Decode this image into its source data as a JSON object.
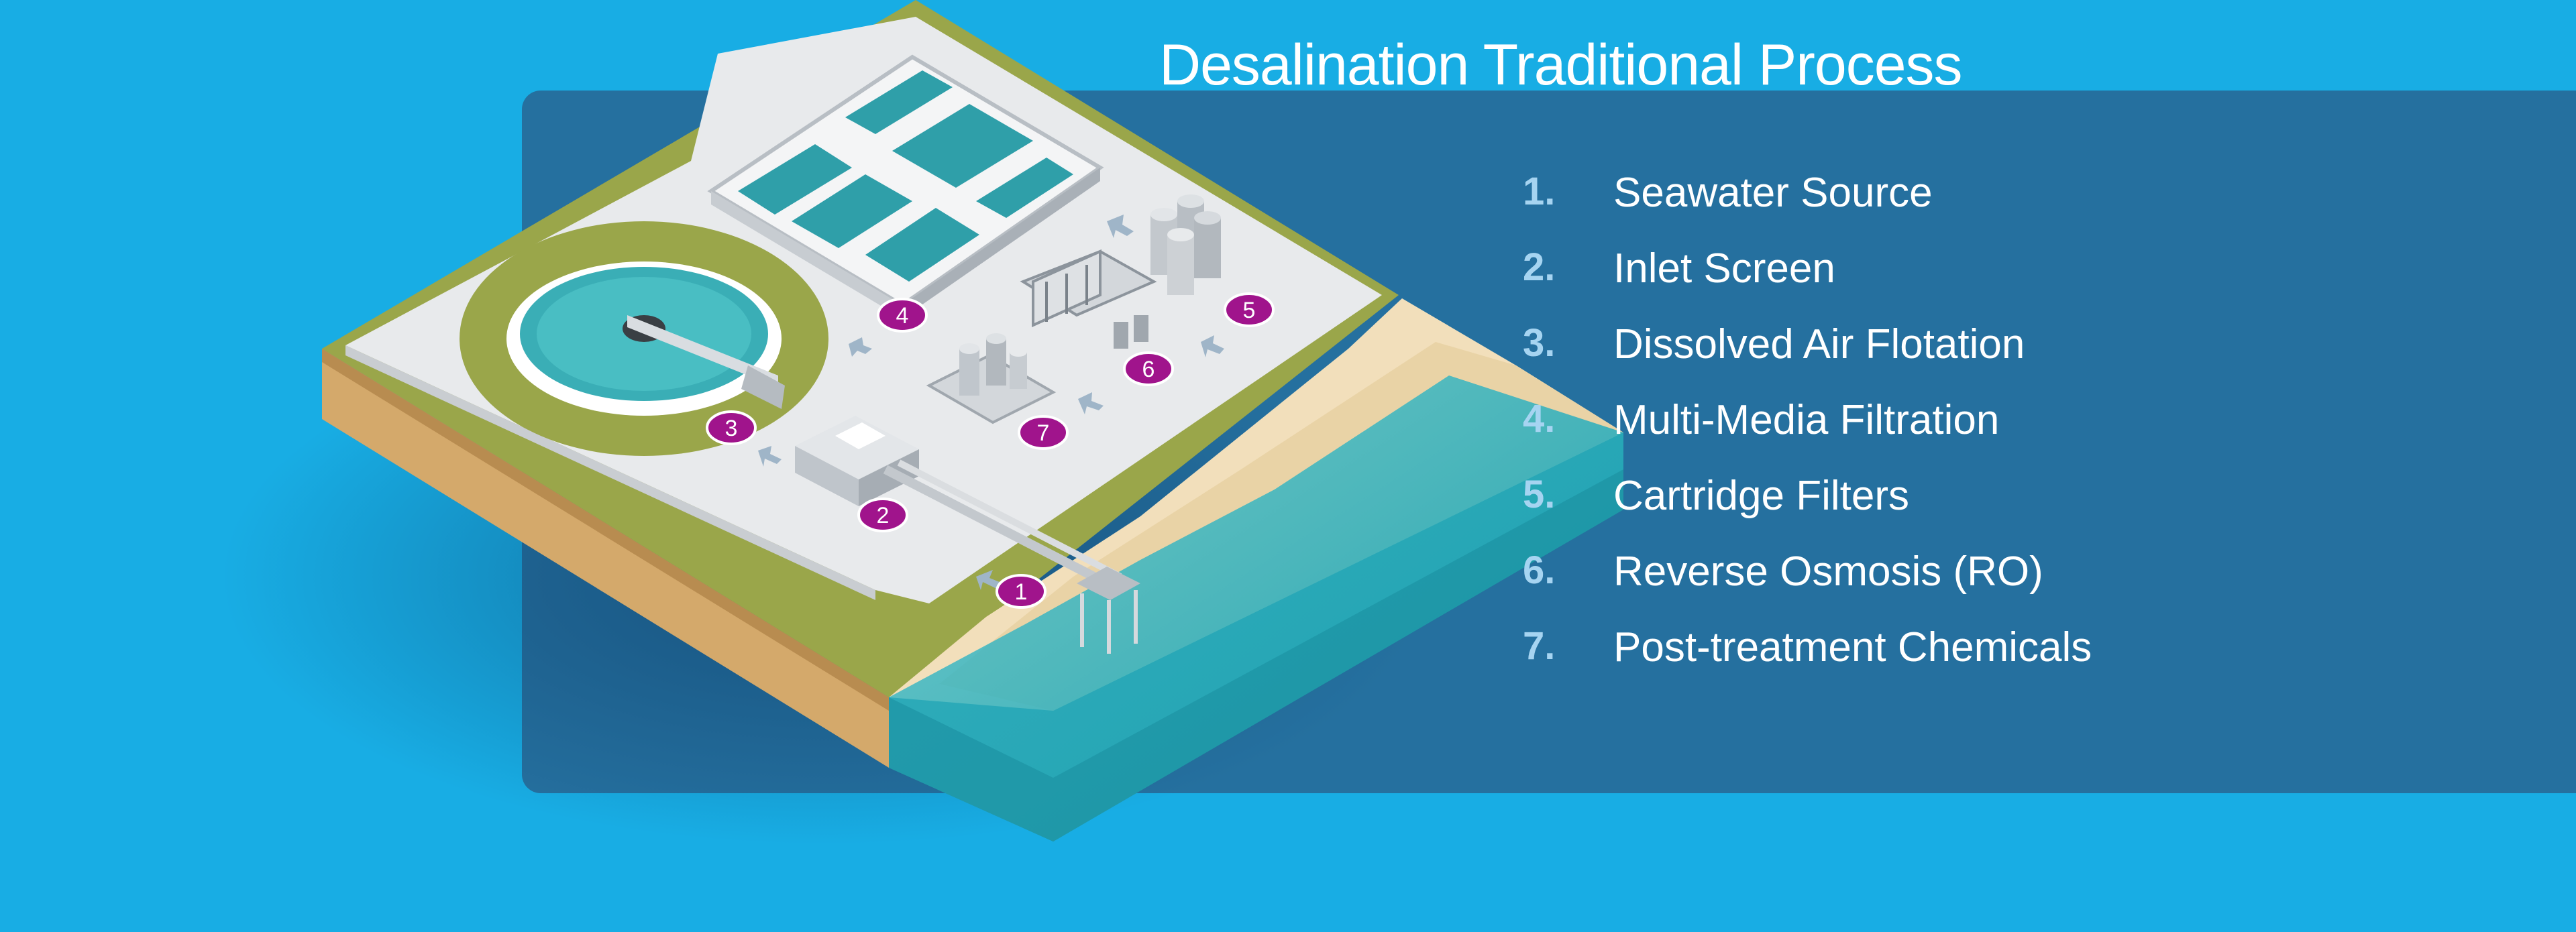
{
  "title": "Desalination Traditional Process",
  "steps": [
    {
      "number": "1.",
      "label": "Seawater Source"
    },
    {
      "number": "2.",
      "label": "Inlet Screen"
    },
    {
      "number": "3.",
      "label": "Dissolved Air Flotation"
    },
    {
      "number": "4.",
      "label": "Multi-Media Filtration"
    },
    {
      "number": "5.",
      "label": "Cartridge Filters"
    },
    {
      "number": "6.",
      "label": "Reverse Osmosis (RO)"
    },
    {
      "number": "7.",
      "label": "Post-treatment Chemicals"
    }
  ],
  "markers": [
    "1",
    "2",
    "3",
    "4",
    "5",
    "6",
    "7"
  ],
  "colors": {
    "background": "#18ADE4",
    "panel": "#25709F",
    "number": "#A6D4F1",
    "marker": "#A0148C",
    "grass": "#9AA64A",
    "sea": "#1E9FB0"
  },
  "icons": [
    "plant-illustration",
    "clarifier-icon",
    "filter-basins-icon",
    "storage-tanks-icon",
    "ro-rack-icon",
    "chemical-tanks-icon",
    "inlet-screen-icon",
    "intake-tower-icon"
  ]
}
